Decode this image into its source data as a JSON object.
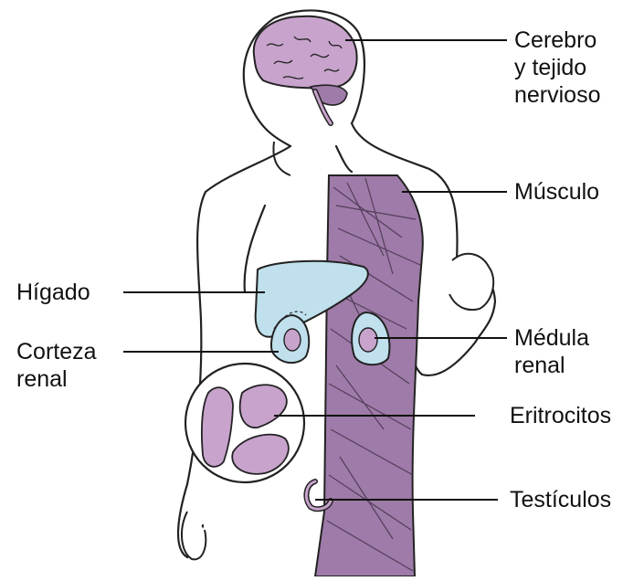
{
  "labels": {
    "cerebro": [
      "Cerebro",
      "y tejido",
      "nervioso"
    ],
    "musculo": [
      "Músculo"
    ],
    "higado": [
      "Hígado"
    ],
    "corteza": [
      "Corteza",
      "renal"
    ],
    "medula": [
      "Médula",
      "renal"
    ],
    "eritrocitos": [
      "Eritrocitos"
    ],
    "testiculos": [
      "Testículos"
    ]
  },
  "colors": {
    "brain": "#c8a3cc",
    "muscle": "#9e7ba8",
    "liver": "#bfe0ec",
    "kidney_outer": "#bfe0ec",
    "kidney_inner": "#c8a3cc",
    "erythrocyte": "#c8a3cc",
    "outline": "#222222",
    "text": "#111111"
  }
}
